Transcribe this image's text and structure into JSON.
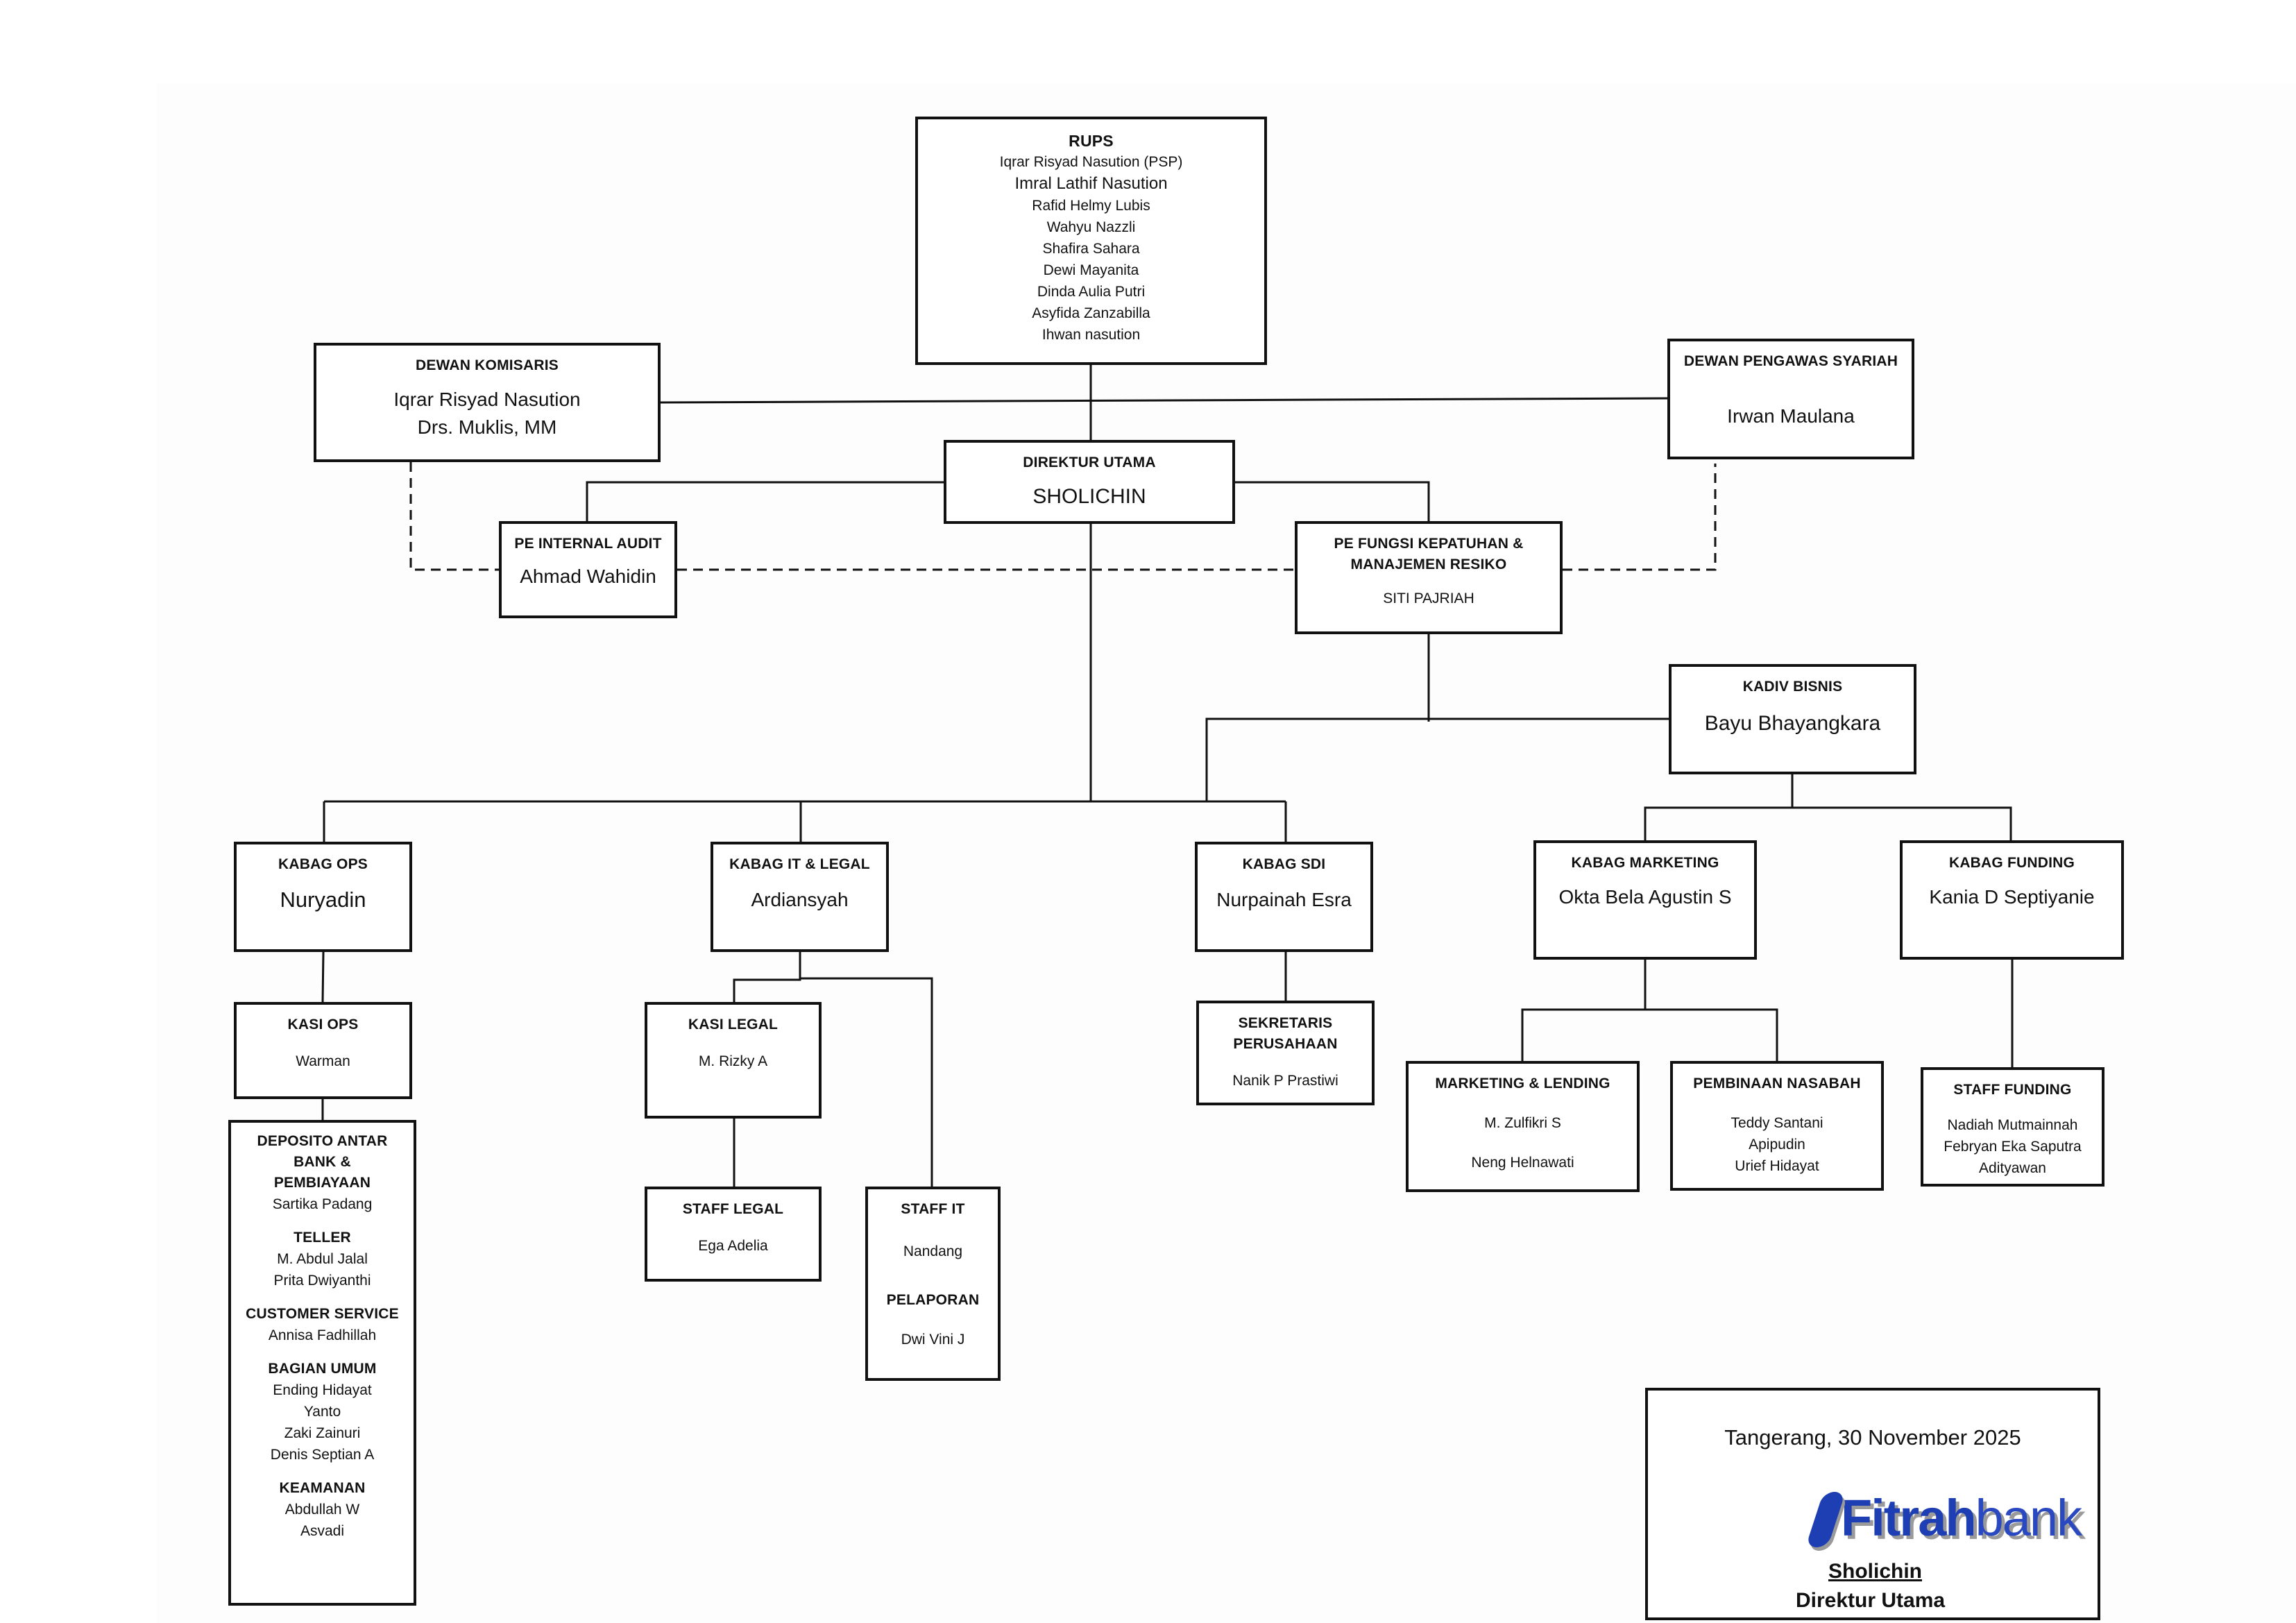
{
  "rups": {
    "title": "RUPS",
    "members": [
      "Iqrar Risyad Nasution (PSP)",
      "Imral Lathif Nasution",
      "Rafid Helmy Lubis",
      "Wahyu Nazzli",
      "Shafira Sahara",
      "Dewi Mayanita",
      "Dinda Aulia Putri",
      "Asyfida Zanzabilla",
      "Ihwan nasution"
    ]
  },
  "dewan_komisaris": {
    "title": "DEWAN KOMISARIS",
    "members": [
      "Iqrar Risyad Nasution",
      "Drs. Muklis, MM"
    ]
  },
  "dewan_pengawas_syariah": {
    "title": "DEWAN PENGAWAS SYARIAH",
    "members": [
      "Irwan Maulana"
    ]
  },
  "direktur_utama": {
    "title": "DIREKTUR UTAMA",
    "name": "SHOLICHIN"
  },
  "internal_audit": {
    "title": "PE INTERNAL AUDIT",
    "name": "Ahmad Wahidin"
  },
  "kepatuhan": {
    "title_line1": "PE FUNGSI KEPATUHAN  &",
    "title_line2": "MANAJEMEN RESIKO",
    "name": "SITI PAJRIAH"
  },
  "kadiv_bisnis": {
    "title": "KADIV BISNIS",
    "name": "Bayu Bhayangkara"
  },
  "kabag_ops": {
    "title": "KABAG OPS",
    "name": "Nuryadin"
  },
  "kabag_it_legal": {
    "title": "KABAG  IT & LEGAL",
    "name": "Ardiansyah"
  },
  "kabag_sdi": {
    "title": "KABAG  SDI",
    "name": "Nurpainah Esra"
  },
  "kabag_marketing": {
    "title": "KABAG MARKETING",
    "name": "Okta Bela Agustin S"
  },
  "kabag_funding": {
    "title": "KABAG FUNDING",
    "name": "Kania D Septiyanie"
  },
  "kasi_ops": {
    "title": "KASI OPS",
    "name": "Warman"
  },
  "operations_staff": {
    "groups": [
      {
        "title_lines": [
          "DEPOSITO ANTAR",
          "BANK &",
          "PEMBIAYAAN"
        ],
        "members": [
          "Sartika Padang"
        ]
      },
      {
        "title_lines": [
          "TELLER"
        ],
        "members": [
          "M. Abdul Jalal",
          "Prita Dwiyanthi"
        ]
      },
      {
        "title_lines": [
          "CUSTOMER SERVICE"
        ],
        "members": [
          "Annisa Fadhillah"
        ]
      },
      {
        "title_lines": [
          "BAGIAN UMUM"
        ],
        "members": [
          "Ending Hidayat",
          "Yanto",
          "Zaki Zainuri",
          "Denis Septian A"
        ]
      },
      {
        "title_lines": [
          "KEAMANAN"
        ],
        "members": [
          "Abdullah W",
          "Asvadi"
        ]
      }
    ]
  },
  "kasi_legal": {
    "title": "KASI LEGAL",
    "name": "M. Rizky A"
  },
  "staff_legal": {
    "title": "STAFF LEGAL",
    "name": "Ega Adelia"
  },
  "staff_it": {
    "title": "STAFF  IT",
    "name": "Nandang",
    "title2": "PELAPORAN",
    "name2": "Dwi Vini J"
  },
  "sekretaris": {
    "title_line1": "SEKRETARIS",
    "title_line2": "PERUSAHAAN",
    "name": "Nanik P Prastiwi"
  },
  "marketing_lending": {
    "title": "MARKETING & LENDING",
    "members": [
      "M. Zulfikri S",
      "Neng Helnawati"
    ]
  },
  "pembinaan_nasabah": {
    "title": "PEMBINAAN NASABAH",
    "members": [
      "Teddy Santani",
      "Apipudin",
      "Urief Hidayat"
    ]
  },
  "staff_funding": {
    "title": "STAFF FUNDING",
    "members": [
      "Nadiah Mutmainnah",
      "Febryan Eka Saputra",
      "Adityawan"
    ]
  },
  "signature": {
    "place_date": "Tangerang,  30 November 2025",
    "logo_part1": "Fitrah",
    "logo_part2": "bank",
    "name": "Sholichin",
    "role": "Direktur  Utama"
  },
  "colors": {
    "logo_blue": "#1e3fb4",
    "line": "#111111"
  }
}
